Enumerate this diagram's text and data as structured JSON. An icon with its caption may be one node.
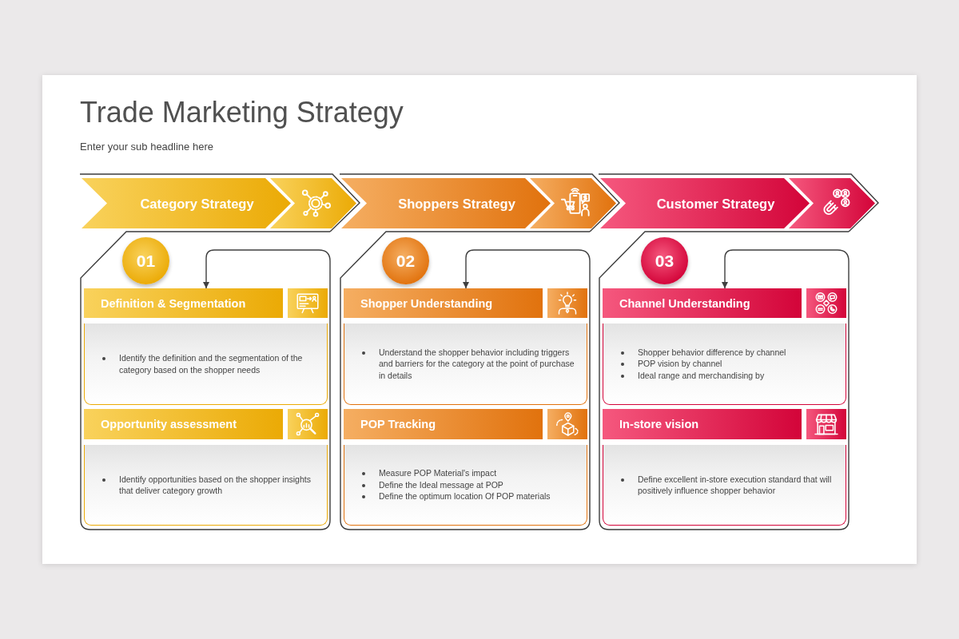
{
  "diagram": {
    "title": "Trade Marketing Strategy",
    "nodes": [
      {
        "text": [
          "Category Strategy"
        ]
      },
      {
        "text": [
          "Shoppers Strategy"
        ]
      },
      {
        "text": [
          "Customer Strategy"
        ]
      },
      {
        "text": [],
        "shape": "box"
      },
      {
        "text": [
          "01"
        ],
        "in": 3
      },
      {
        "text": [
          "Definition & Segmentation"
        ],
        "in": 3
      },
      {
        "text": [
          "Identify the definition and the segmentation of the category based on the shopper needs"
        ],
        "in": 3
      },
      {
        "text": [
          "Opportunity assessment"
        ],
        "in": 3
      },
      {
        "text": [
          "Identify opportunities based on the shopper insights that deliver category growth"
        ],
        "in": 3
      },
      {
        "text": [],
        "shape": "box"
      },
      {
        "text": [
          "02"
        ],
        "in": 9
      },
      {
        "text": [
          "Shopper Understanding"
        ],
        "in": 9
      },
      {
        "text": [
          "Understand the shopper behavior including triggers and barriers for the category at the point of purchase in details"
        ],
        "in": 9
      },
      {
        "text": [
          "POP Tracking"
        ],
        "in": 9
      },
      {
        "text": [
          "Measure POP Material's impact",
          "Define the Ideal message at POP",
          "Define the optimum location Of POP materials"
        ],
        "in": 9
      },
      {
        "text": [],
        "shape": "box"
      },
      {
        "text": [
          "03"
        ],
        "in": 15
      },
      {
        "text": [
          "Channel Understanding"
        ],
        "in": 15
      },
      {
        "text": [
          "Shopper behavior difference by channel",
          "POP vision by channel",
          "Ideal range and merchandising by"
        ],
        "in": 15
      },
      {
        "text": [
          "In-store vision"
        ],
        "in": 15
      },
      {
        "text": [
          "Define excellent in-store execution standard that will positively influence shopper behavior"
        ],
        "in": 15
      }
    ],
    "edges": [
      {
        "from": 3,
        "to": 5,
        "arrow": "to"
      },
      {
        "from": 9,
        "to": 11,
        "arrow": "to"
      },
      {
        "from": 15,
        "to": 17,
        "arrow": "to"
      }
    ],
    "labels": [
      "Enter your sub headline here"
    ]
  }
}
